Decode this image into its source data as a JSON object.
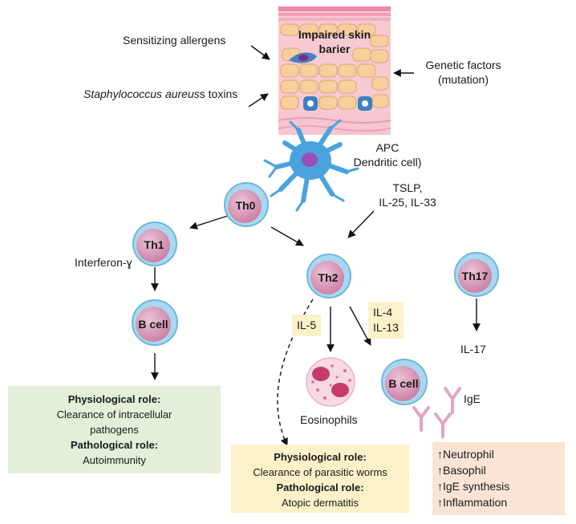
{
  "labels": {
    "sensitizing": "Sensitizing allergens",
    "staph_italic": "Staphylococcus aureus",
    "staph_rest": "s toxins",
    "skin_line1": "Impaired skin",
    "skin_line2": "barier",
    "genetic_line1": "Genetic factors",
    "genetic_line2": "(mutation)",
    "apc_line1": "APC",
    "apc_line2": "Dendritic cell)",
    "tslp_line1": "TSLP,",
    "tslp_line2": "IL-25, IL-33",
    "interferon": "Interferon-ɣ",
    "il5": "IL-5",
    "il4": "IL-4",
    "il13": "IL-13",
    "il17": "IL-17",
    "eosinophils": "Eosinophils",
    "ige": "IgE"
  },
  "cells": {
    "th0": "Th0",
    "th1": "Th1",
    "th2": "Th2",
    "th17": "Th17",
    "bcell_left": "B cell",
    "bcell_right": "B cell"
  },
  "boxes": {
    "th1_box": {
      "heading1": "Physiological role:",
      "text1a": "Clearance of intracellular",
      "text1b": "pathogens",
      "heading2": "Pathological role:",
      "text2": "Autoimmunity",
      "color": "#e3efd9"
    },
    "th2_box": {
      "heading1": "Physiological role:",
      "text1": "Clearance of parasitic worms",
      "heading2": "Pathological role:",
      "text2": "Atopic dermatitis",
      "color": "#fdf1c9"
    },
    "ige_box": {
      "items": [
        "Neutrophil",
        "Basophil",
        "IgE synthesis",
        "Inflammation"
      ],
      "arrow": "↑",
      "color": "#fbe4d5"
    }
  },
  "colors": {
    "cell_fill": "#d79ab8",
    "cell_ring": "#8cc6e6",
    "skin_pink": "#f4b3c2",
    "skin_cells": "#f9d2a6",
    "dendritic": "#4aa3dd"
  }
}
